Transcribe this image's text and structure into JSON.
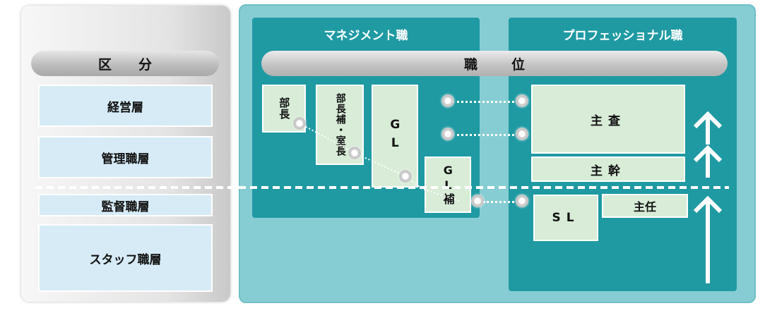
{
  "left": {
    "header": "区分",
    "levels": [
      "経営層",
      "管理職層",
      "監督職層",
      "スタッフ職層"
    ]
  },
  "management": {
    "title": "マネジメント職",
    "positions": [
      "部長",
      "部長補・室長",
      "GL",
      "GL補"
    ]
  },
  "position_header": "職位",
  "professional": {
    "title": "プロフェッショナル職",
    "positions": [
      "主査",
      "主幹",
      "SL",
      "主任"
    ]
  }
}
